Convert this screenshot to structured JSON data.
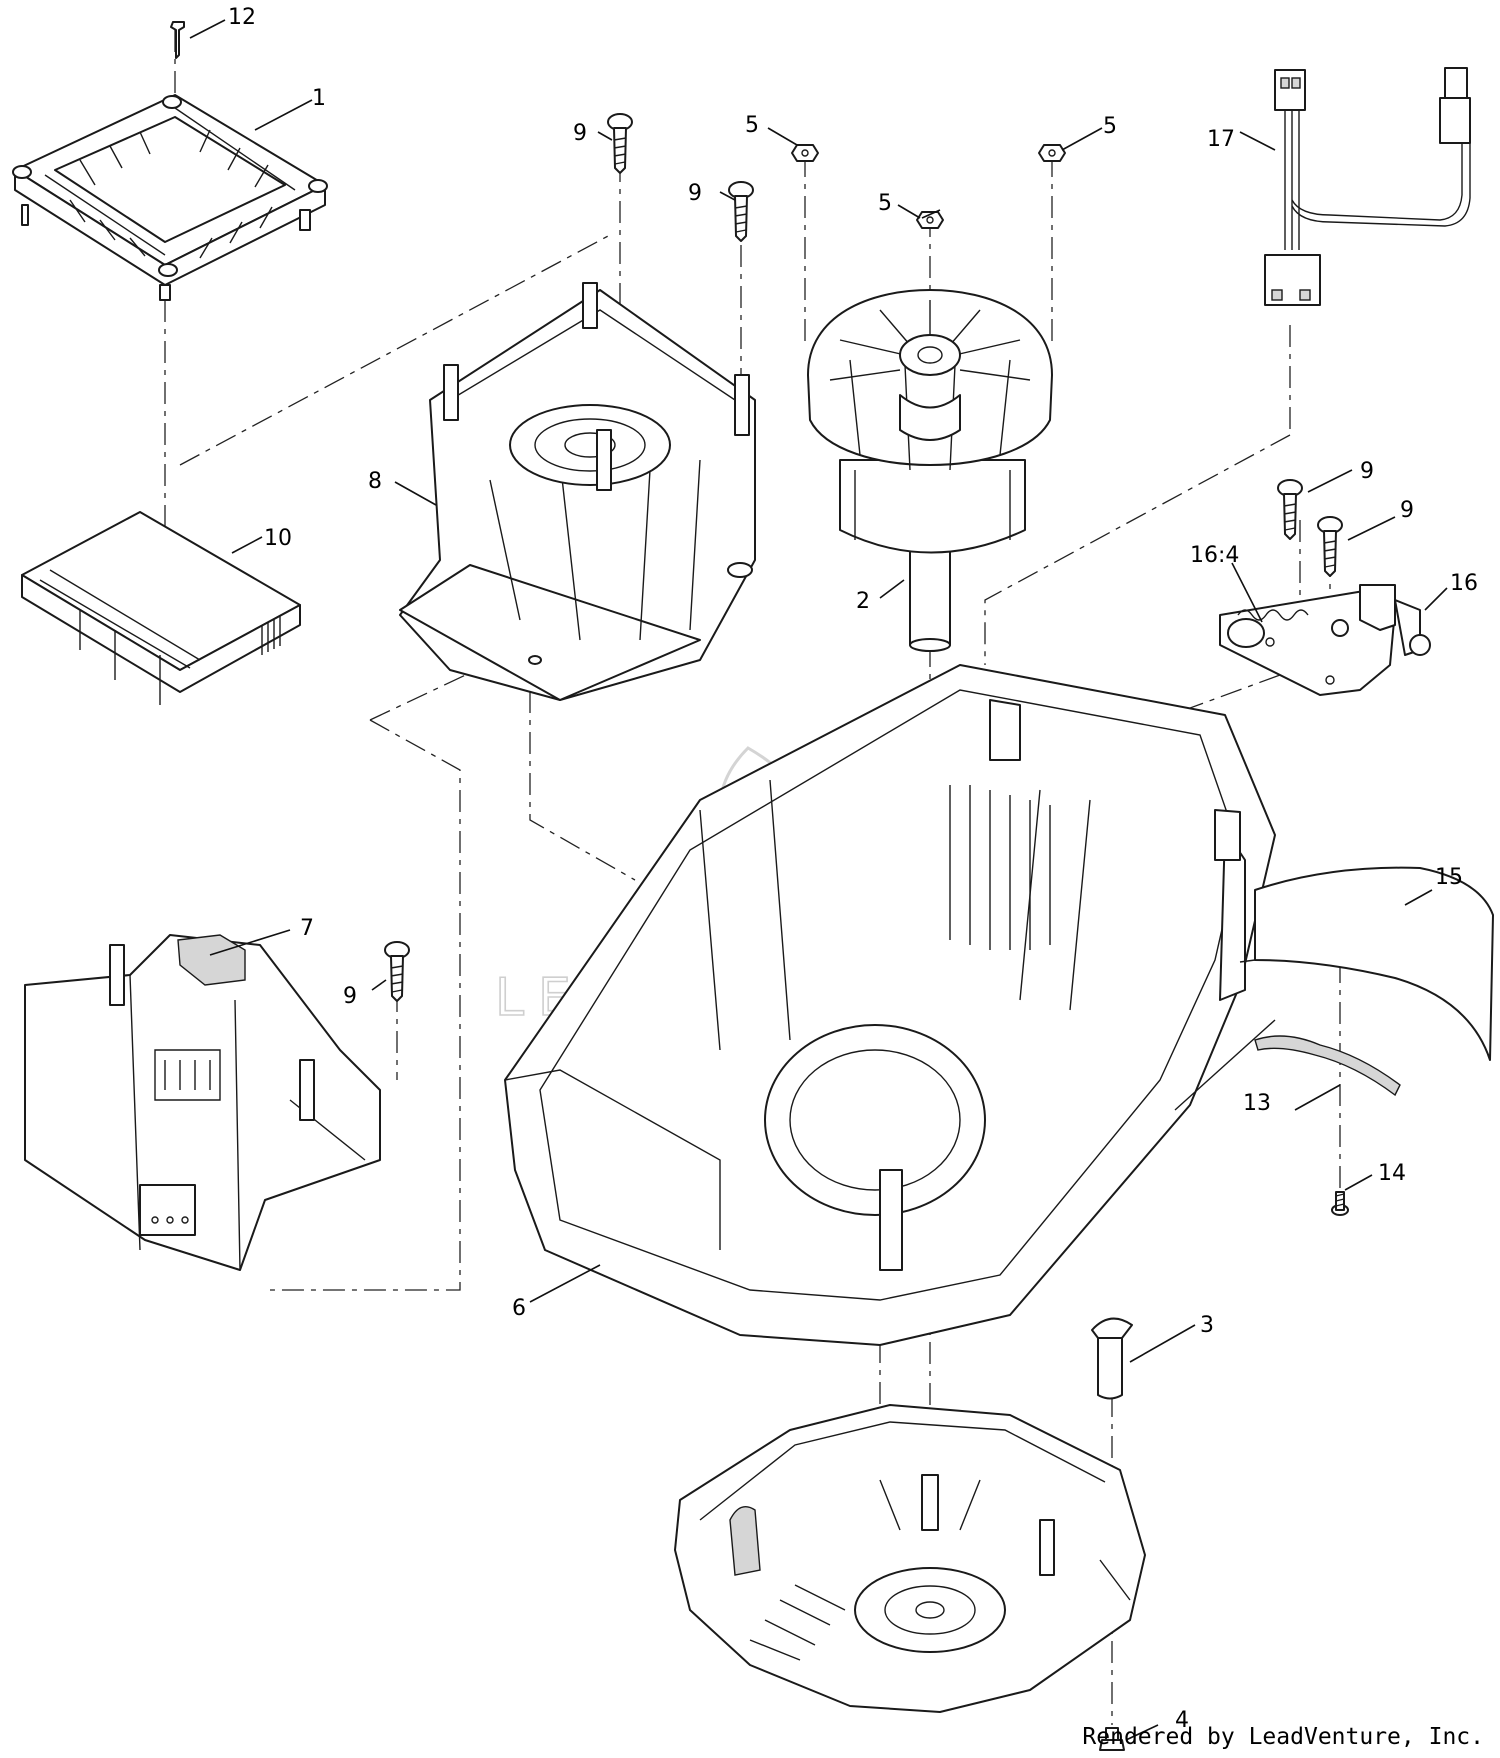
{
  "diagram": {
    "callouts": [
      "12",
      "1",
      "9",
      "5",
      "5",
      "9",
      "5",
      "17",
      "8",
      "9",
      "10",
      "9",
      "16:4",
      "16",
      "2",
      "15",
      "7",
      "9",
      "13",
      "14",
      "6",
      "3",
      "4"
    ]
  },
  "watermark": {
    "text": "LEADVENTURE"
  },
  "credit": "Rendered by LeadVenture, Inc."
}
